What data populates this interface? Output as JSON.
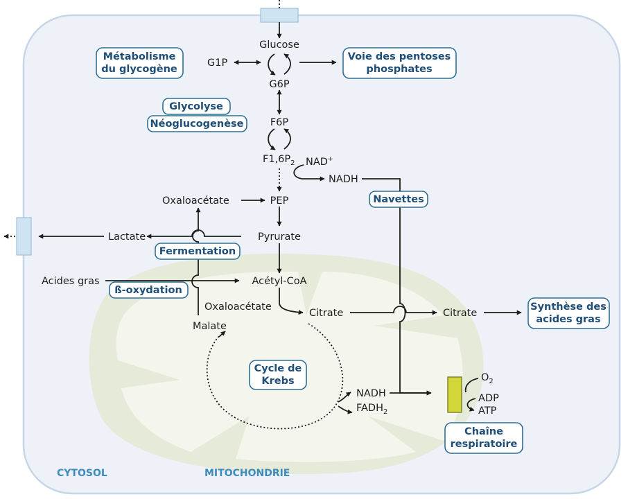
{
  "metabolites": {
    "glucose": "Glucose",
    "g1p": "G1P",
    "g6p": "G6P",
    "f6p": "F6P",
    "f16p2": "F1,6P",
    "f16p2_sub": "2",
    "nad_plus": "NAD",
    "nad_plus_sup": "+",
    "nadh_top": "NADH",
    "oxaloacetate_cyto": "Oxaloacétate",
    "pep": "PEP",
    "lactate": "Lactate",
    "pyruvate": "Pyrurate",
    "acides_gras": "Acides gras",
    "acetyl_coa": "Acétyl-CoA",
    "oxaloacetate_mito": "Oxaloacétate",
    "malate": "Malate",
    "citrate_mito": "Citrate",
    "citrate_cyto": "Citrate",
    "nadh_mito": "NADH",
    "fadh2": "FADH",
    "fadh2_sub": "2",
    "o2": "O",
    "o2_sub": "2",
    "adp": "ADP",
    "atp": "ATP"
  },
  "pathways": {
    "glycogen_line1": "Métabolisme",
    "glycogen_line2": "du glycogène",
    "pentose_line1": "Voie des pentoses",
    "pentose_line2": "phosphates",
    "glycolyse": "Glycolyse",
    "neoglucogenese": "Néoglucogenèse",
    "navettes": "Navettes",
    "fermentation": "Fermentation",
    "b_oxydation": "ß-oxydation",
    "krebs_line1": "Cycle de",
    "krebs_line2": "Krebs",
    "fa_synth_line1": "Synthèse des",
    "fa_synth_line2": "acides gras",
    "chain_line1": "Chaîne",
    "chain_line2": "respiratoire"
  },
  "regions": {
    "cytosol": "CYTOSOL",
    "mitochondrie": "MITOCHONDRIE"
  },
  "colors": {
    "cell_fill": "#eef2f8",
    "cell_stroke": "#c6d6e6",
    "mito_outer": "#e6ead8",
    "mito_inner": "#f4f6ee",
    "channel": "#cfe4f2",
    "complex": "#d2d638",
    "box_border": "#2e6f94",
    "box_text": "#1f4e79",
    "region_text": "#3c8cbd"
  }
}
